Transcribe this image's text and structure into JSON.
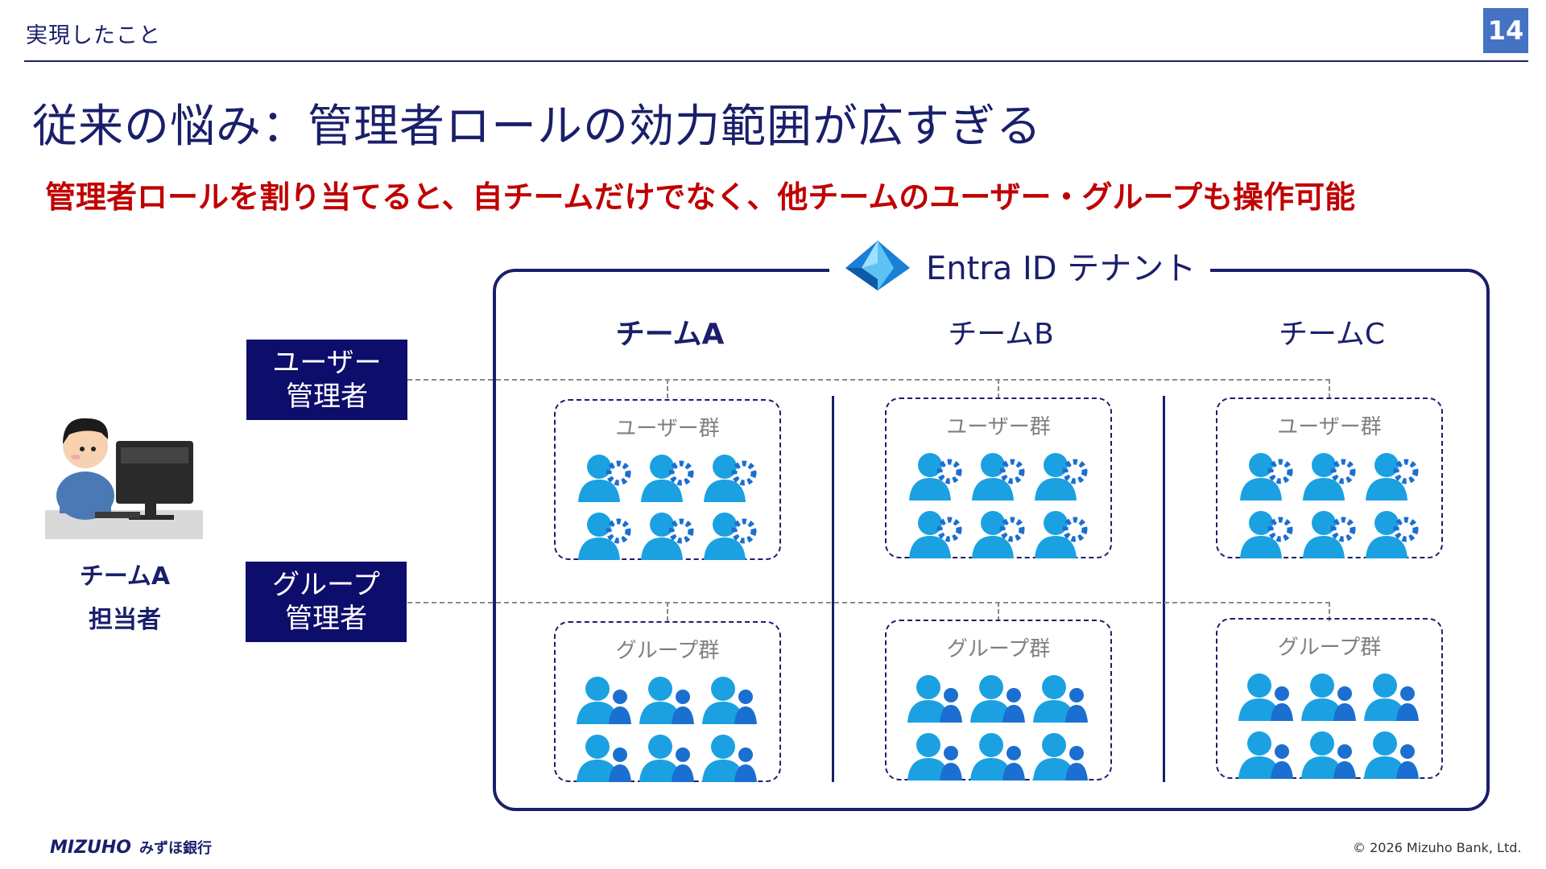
{
  "header": {
    "section": "実現したこと",
    "page_number": "14"
  },
  "slide": {
    "title": "従来の悩み：管理者ロールの効力範囲が広すぎる",
    "subtitle": "管理者ロールを割り当てると、自チームだけでなく、他チームのユーザー・グループも操作可能"
  },
  "tenant": {
    "label": "Entra ID テナント"
  },
  "teams": [
    {
      "name": "チームA",
      "user_box": "ユーザー群",
      "group_box": "グループ群"
    },
    {
      "name": "チームB",
      "user_box": "ユーザー群",
      "group_box": "グループ群"
    },
    {
      "name": "チームC",
      "user_box": "ユーザー群",
      "group_box": "グループ群"
    }
  ],
  "roles": {
    "user_admin": {
      "line1": "ユーザー",
      "line2": "管理者"
    },
    "group_admin": {
      "line1": "グループ",
      "line2": "管理者"
    }
  },
  "person": {
    "line1": "チームA",
    "line2": "担当者"
  },
  "footer": {
    "logo_text": "MIZUHO",
    "logo_jp": "みずほ銀行",
    "copyright": "© 2026 Mizuho Bank, Ltd."
  },
  "icons": {
    "user_icon": "user-gear-icon",
    "group_icon": "user-group-icon",
    "tenant_icon": "entra-id-icon"
  },
  "colors": {
    "navy": "#1a1f6b",
    "red": "#c00000",
    "page_badge": "#4472c4",
    "role_bg": "#0d0d6b",
    "icon": "#1ba1e2"
  }
}
